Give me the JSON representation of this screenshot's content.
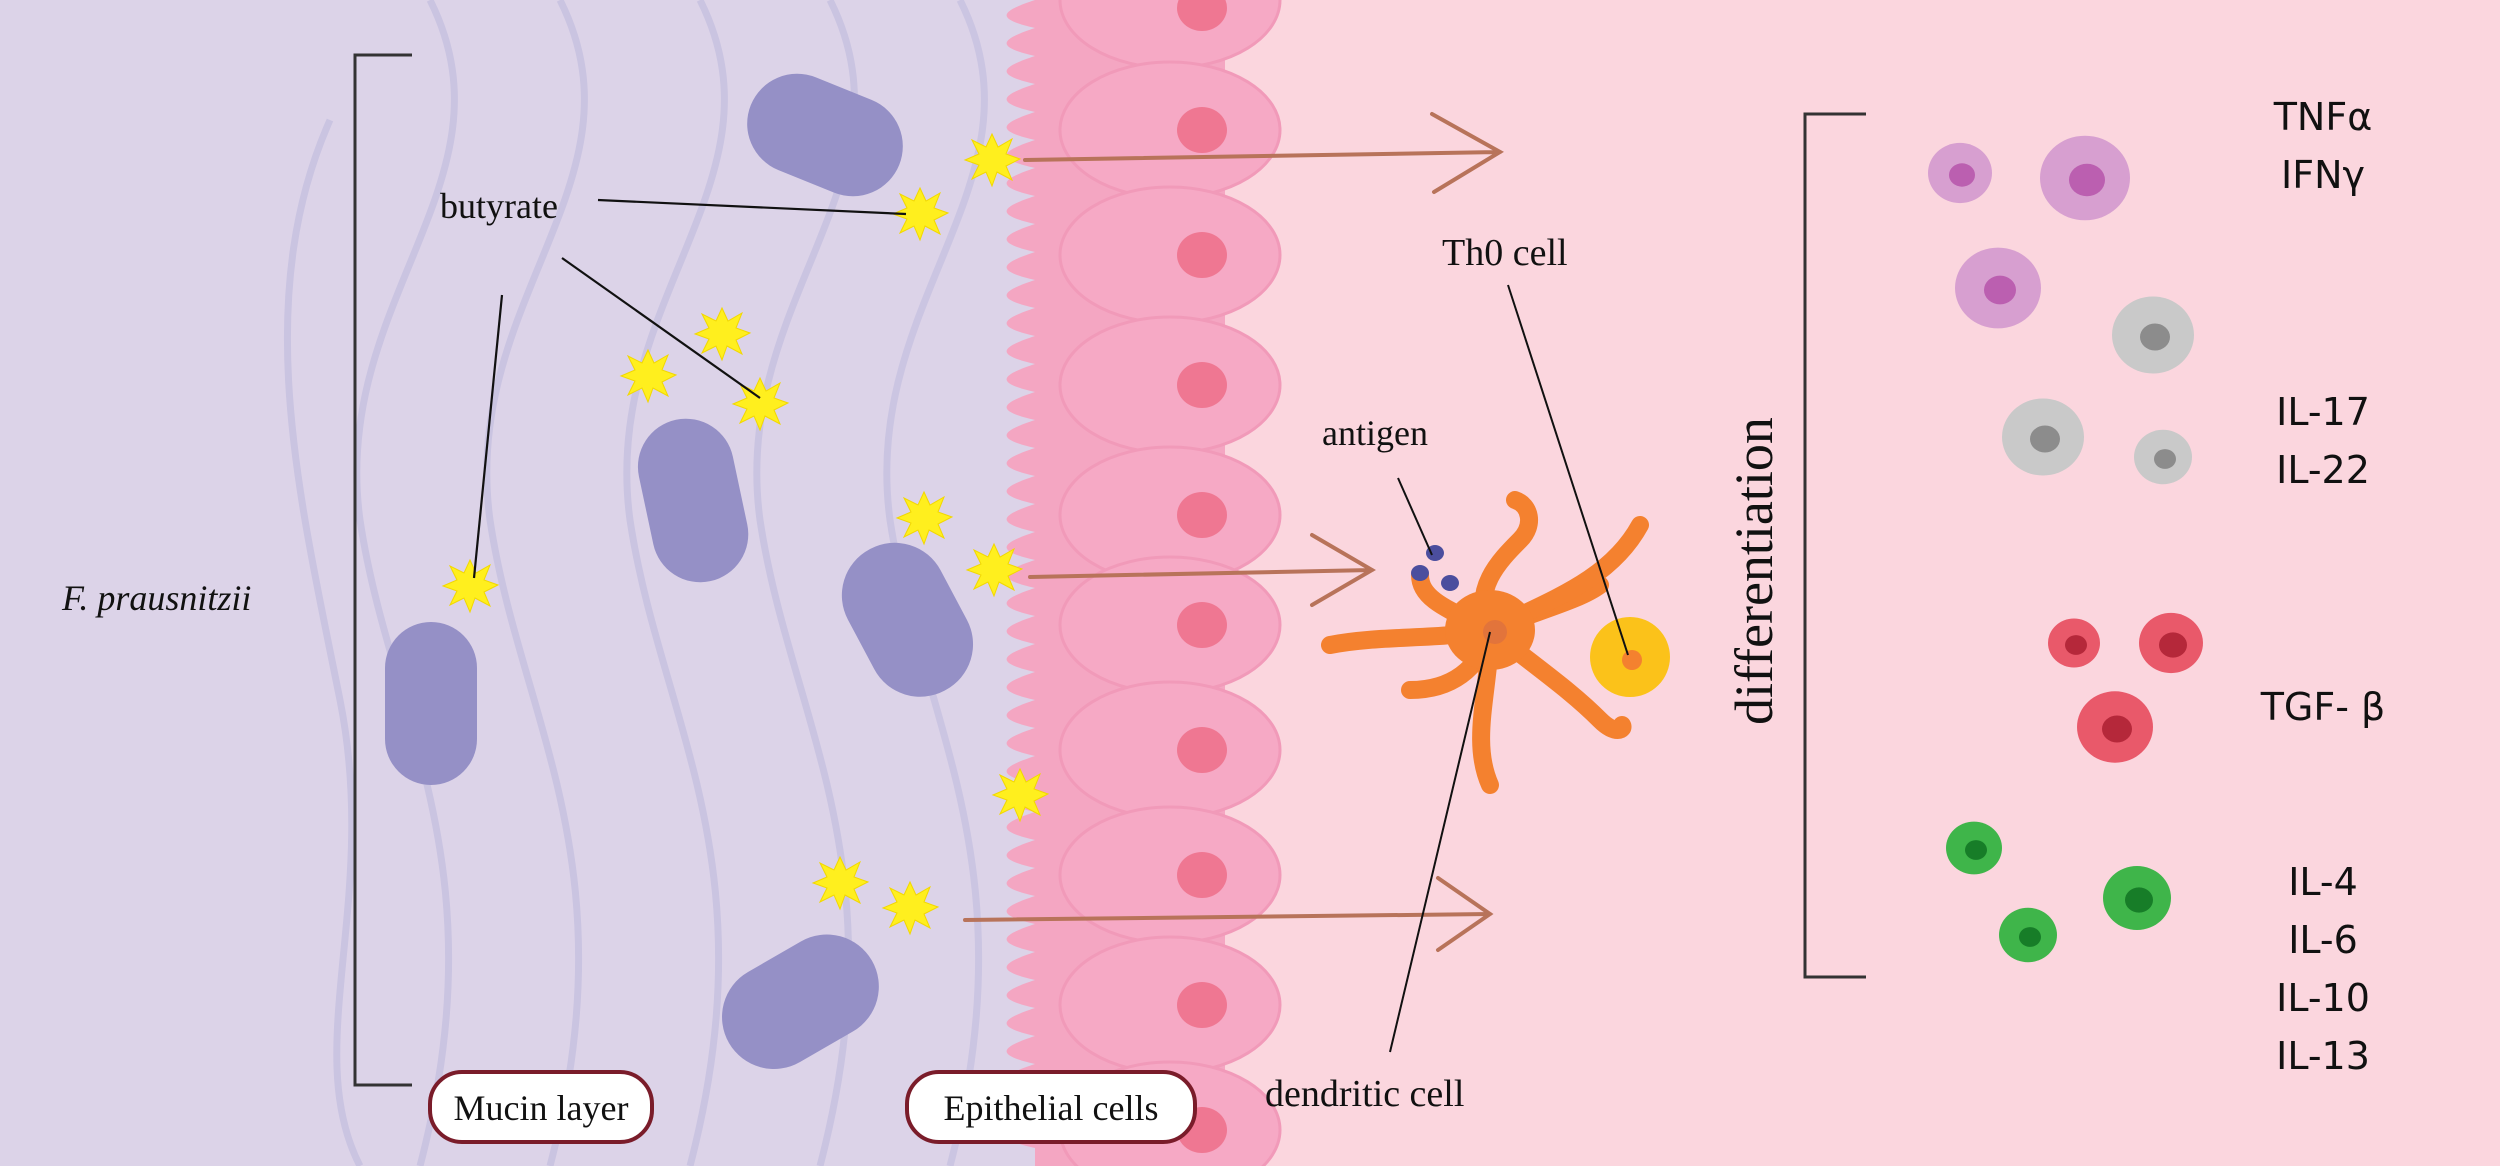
{
  "labels": {
    "organism": "F. prausnitzii",
    "metabolite": "butyrate",
    "antigen": "antigen",
    "th0": "Th0 cell",
    "dendritic": "dendritic cell",
    "differentiation": "differentiation",
    "mucin_layer": "Mucin layer",
    "epithelial_cells": "Epithelial cells"
  },
  "cytokine_groups": [
    {
      "lines": [
        "TNFα",
        "IFNγ"
      ],
      "cell_color": "#d79fd0",
      "nucleus_color": "#bb5fb0"
    },
    {
      "lines": [
        "IL-17",
        "IL-22"
      ],
      "cell_color": "#c9c9c9",
      "nucleus_color": "#8c8c8c"
    },
    {
      "lines": [
        "TGF- β"
      ],
      "cell_color": "#e9596a",
      "nucleus_color": "#b5283a"
    },
    {
      "lines": [
        "IL-4",
        "IL-6",
        "IL-10",
        "IL-13"
      ],
      "cell_color": "#3fb54a",
      "nucleus_color": "#177d28"
    }
  ],
  "colors": {
    "lumen_background": "#dcd3e8",
    "tissue_background": "#fbd6de",
    "bacteria": "#9590c6",
    "butyrate": "#ffef1e",
    "epithelium": "#f4a6c2",
    "epithelium_nucleus": "#ef7792",
    "dendritic_cell": "#f4812f",
    "th0_cell": "#fbc21a",
    "arrow": "#b8735a",
    "label_border": "#7a1c2a"
  }
}
